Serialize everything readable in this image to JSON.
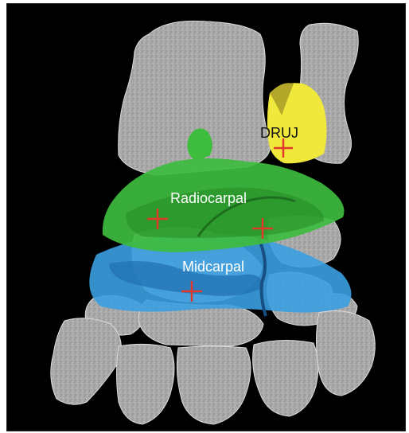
{
  "labels": {
    "druj": "DRUJ",
    "radiocarpal": "Radiocarpal",
    "midcarpal": "Midcarpal"
  },
  "colors": {
    "background": "#000000",
    "bone": "#a8a8a8",
    "bone_outline": "#e8e8e8",
    "druj_fill": "#f0e83a",
    "radiocarpal_fill": "#3ebc3e",
    "radiocarpal_dark": "#258a26",
    "midcarpal_fill": "#3a9fe0",
    "midcarpal_dark": "#1f6fb0",
    "marker": "#e0392c"
  },
  "icons": {
    "marker": "plus-marker-icon"
  }
}
